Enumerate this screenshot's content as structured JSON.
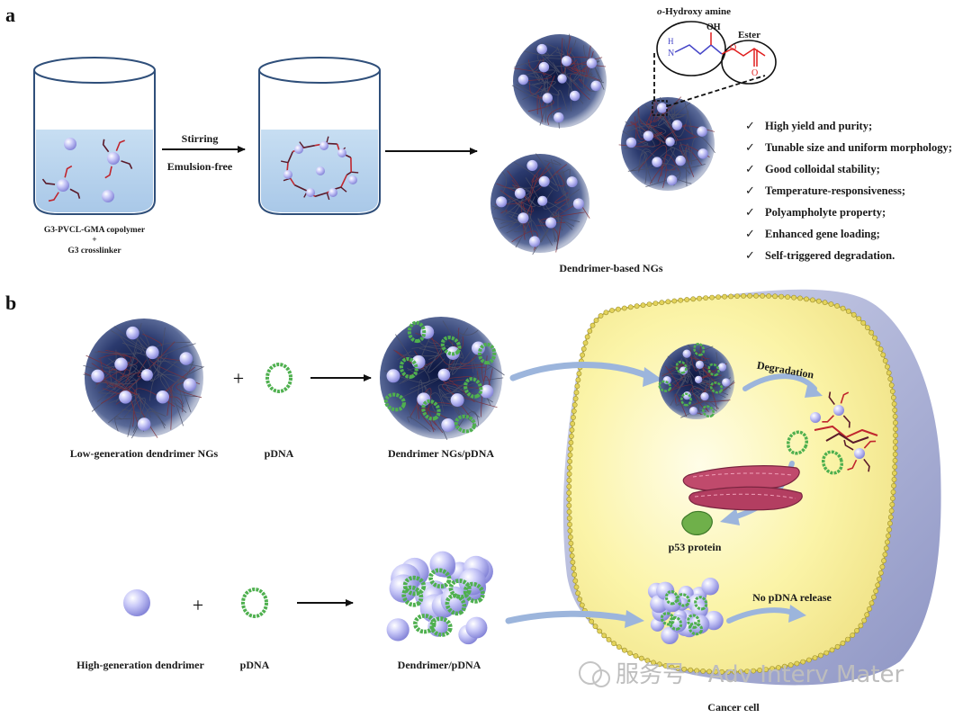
{
  "panels": {
    "a": "a",
    "b": "b"
  },
  "panel_a": {
    "copolymer_label": "G3-PVCL-GMA copolymer",
    "plus": "+",
    "crosslinker_label": "G3 crosslinker",
    "arrow_top": "Stirring",
    "arrow_bottom": "Emulsion-free",
    "ngs_label": "Dendrimer-based NGs",
    "chem_hydroxy_prefix": "o",
    "chem_hydroxy_rest": "-Hydroxy amine",
    "chem_ester": "Ester",
    "chem_oh": "OH",
    "chem_nh": "N",
    "chem_h": "H",
    "chem_o1": "O",
    "chem_o2": "O",
    "check": "✓",
    "features": [
      "High yield and purity;",
      "Tunable size and uniform morphology;",
      "Good colloidal stability;",
      "Temperature-responsiveness;",
      "Polyampholyte property;",
      "Enhanced gene loading;",
      "Self-triggered degradation."
    ]
  },
  "panel_b": {
    "low_gen_label": "Low-generation dendrimer NGs",
    "plus1": "+",
    "pdna1": "pDNA",
    "complex1": "Dendrimer NGs/pDNA",
    "high_gen_label": "High-generation dendrimer",
    "plus2": "+",
    "pdna2": "pDNA",
    "complex2": "Dendrimer/pDNA",
    "degradation": "Degradation",
    "p53": "p53 protein",
    "no_release": "No pDNA release",
    "cell_label": "Cancer cell"
  },
  "watermark": {
    "text": "服务号 · Adv Interv Mater"
  },
  "colors": {
    "liquid": "#bcd6ee",
    "sphere": "#bcbcf5",
    "core": "#1e2d5c",
    "pdna": "#4fb04f",
    "cell": "#fbf5b0",
    "membrane": "#d8cb55",
    "arrow_blue": "#9cb5dc",
    "chem_blue": "#4646c8",
    "chem_red": "#e01e1e"
  }
}
